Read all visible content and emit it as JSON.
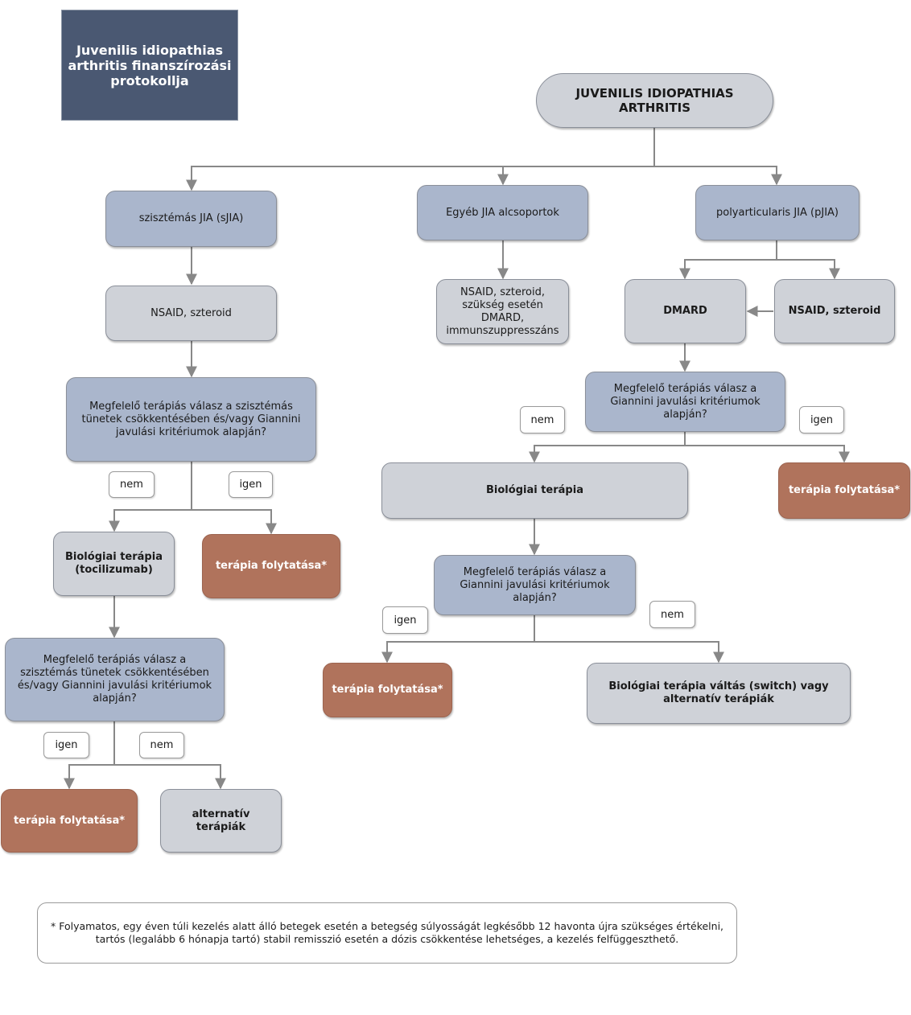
{
  "title_box": "Juvenilis idiopathias arthritis finanszírozási protokollja",
  "root": "JUVENILIS IDIOPATHIAS ARTHRITIS",
  "left": {
    "group": "szisztémás JIA (sJIA)",
    "first_line": "NSAID, szteroid",
    "question1": "Megfelelő terápiás válasz a szisztémás tünetek csökkentésében és/vagy Giannini javulási kritériumok alapján?",
    "no1": "nem",
    "yes1": "igen",
    "biologic": "Biológiai terápia (tocilizumab)",
    "continue1": "terápia folytatása*",
    "question2": "Megfelelő terápiás válasz a szisztémás tünetek csökkentésében és/vagy Giannini javulási kritériumok alapján?",
    "yes2": "igen",
    "no2": "nem",
    "continue2": "terápia folytatása*",
    "alternative": "alternatív terápiák"
  },
  "middle": {
    "group": "Egyéb JIA alcsoportok",
    "therapy": "NSAID, szteroid, szükség esetén DMARD, immunszuppresszáns"
  },
  "right": {
    "group": "polyarticularis JIA (pJIA)",
    "dmard": "DMARD",
    "nsaid": "NSAID, szteroid",
    "question1": "Megfelelő terápiás válasz a Giannini javulási kritériumok alapján?",
    "no1": "nem",
    "yes1": "igen",
    "biologic": "Biológiai terápia",
    "continue1": "terápia folytatása*",
    "question2": "Megfelelő terápiás válasz a Giannini javulási kritériumok alapján?",
    "yes2": "igen",
    "no2": "nem",
    "continue2": "terápia folytatása*",
    "switch": "Biológiai terápia váltás (switch) vagy alternatív terápiák"
  },
  "footnote": "* Folyamatos, egy éven túli kezelés alatt álló betegek esetén a betegség súlyosságát legkésőbb 12 havonta újra szükséges értékelni, tartós (legalább 6 hónapja tartó) stabil remisszió esetén a dózis csökkentése lehetséges, a kezelés felfüggeszthető.",
  "colors": {
    "question_fill": "#aab6cc",
    "step_fill": "#cfd2d8",
    "continue_fill": "#b0735c",
    "title_fill": "#4a5872",
    "connector": "#888888"
  }
}
